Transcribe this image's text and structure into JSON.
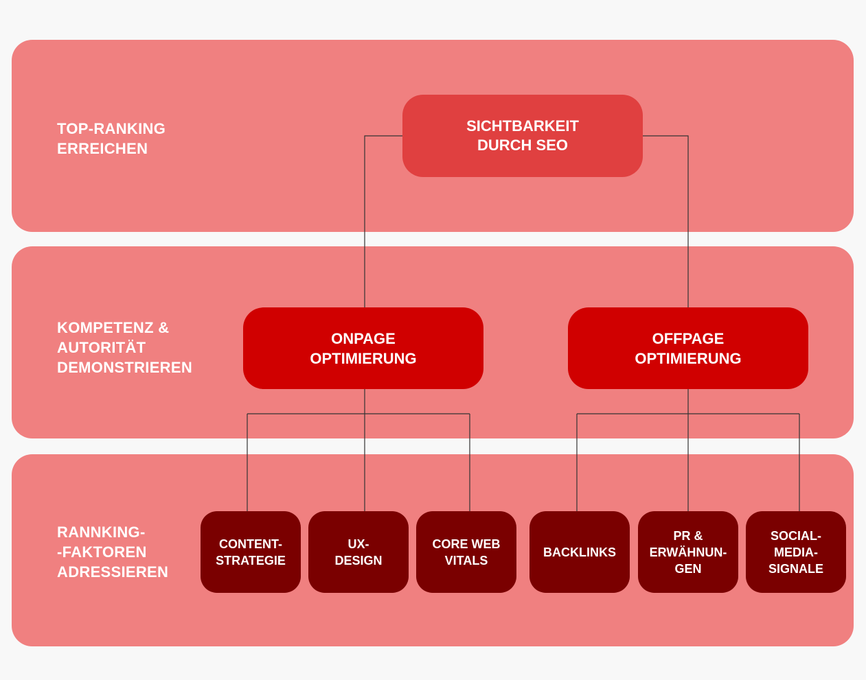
{
  "bands": [
    {
      "label": "TOP-RANKING\nERREICHEN"
    },
    {
      "label": "KOMPETENZ &\nAUTORITÄT\nDEMONSTRIEREN"
    },
    {
      "label": "RANNKING-\n-FAKTOREN\nADRESSIEREN"
    }
  ],
  "top_node": {
    "label": "SICHTBARKEIT\nDURCH SEO"
  },
  "mid_nodes": [
    {
      "label": "ONPAGE\nOPTIMIERUNG"
    },
    {
      "label": "OFFPAGE\nOPTIMIERUNG"
    }
  ],
  "leaf_nodes": [
    {
      "label": "CONTENT-\nSTRATEGIE",
      "parent": "ONPAGE OPTIMIERUNG"
    },
    {
      "label": "UX-\nDESIGN",
      "parent": "ONPAGE OPTIMIERUNG"
    },
    {
      "label": "CORE WEB\nVITALS",
      "parent": "ONPAGE OPTIMIERUNG"
    },
    {
      "label": "BACKLINKS",
      "parent": "OFFPAGE OPTIMIERUNG"
    },
    {
      "label": "PR &\nERWÄHNUN-\nGEN",
      "parent": "OFFPAGE OPTIMIERUNG"
    },
    {
      "label": "SOCIAL-\nMEDIA-\nSIGNALE",
      "parent": "OFFPAGE OPTIMIERUNG"
    }
  ],
  "colors": {
    "background": "#f8f8f8",
    "band": "#f08080",
    "top_node": "#e04040",
    "mid_node": "#d00000",
    "leaf_node": "#7a0000",
    "connector": "#333333",
    "text": "#ffffff"
  }
}
